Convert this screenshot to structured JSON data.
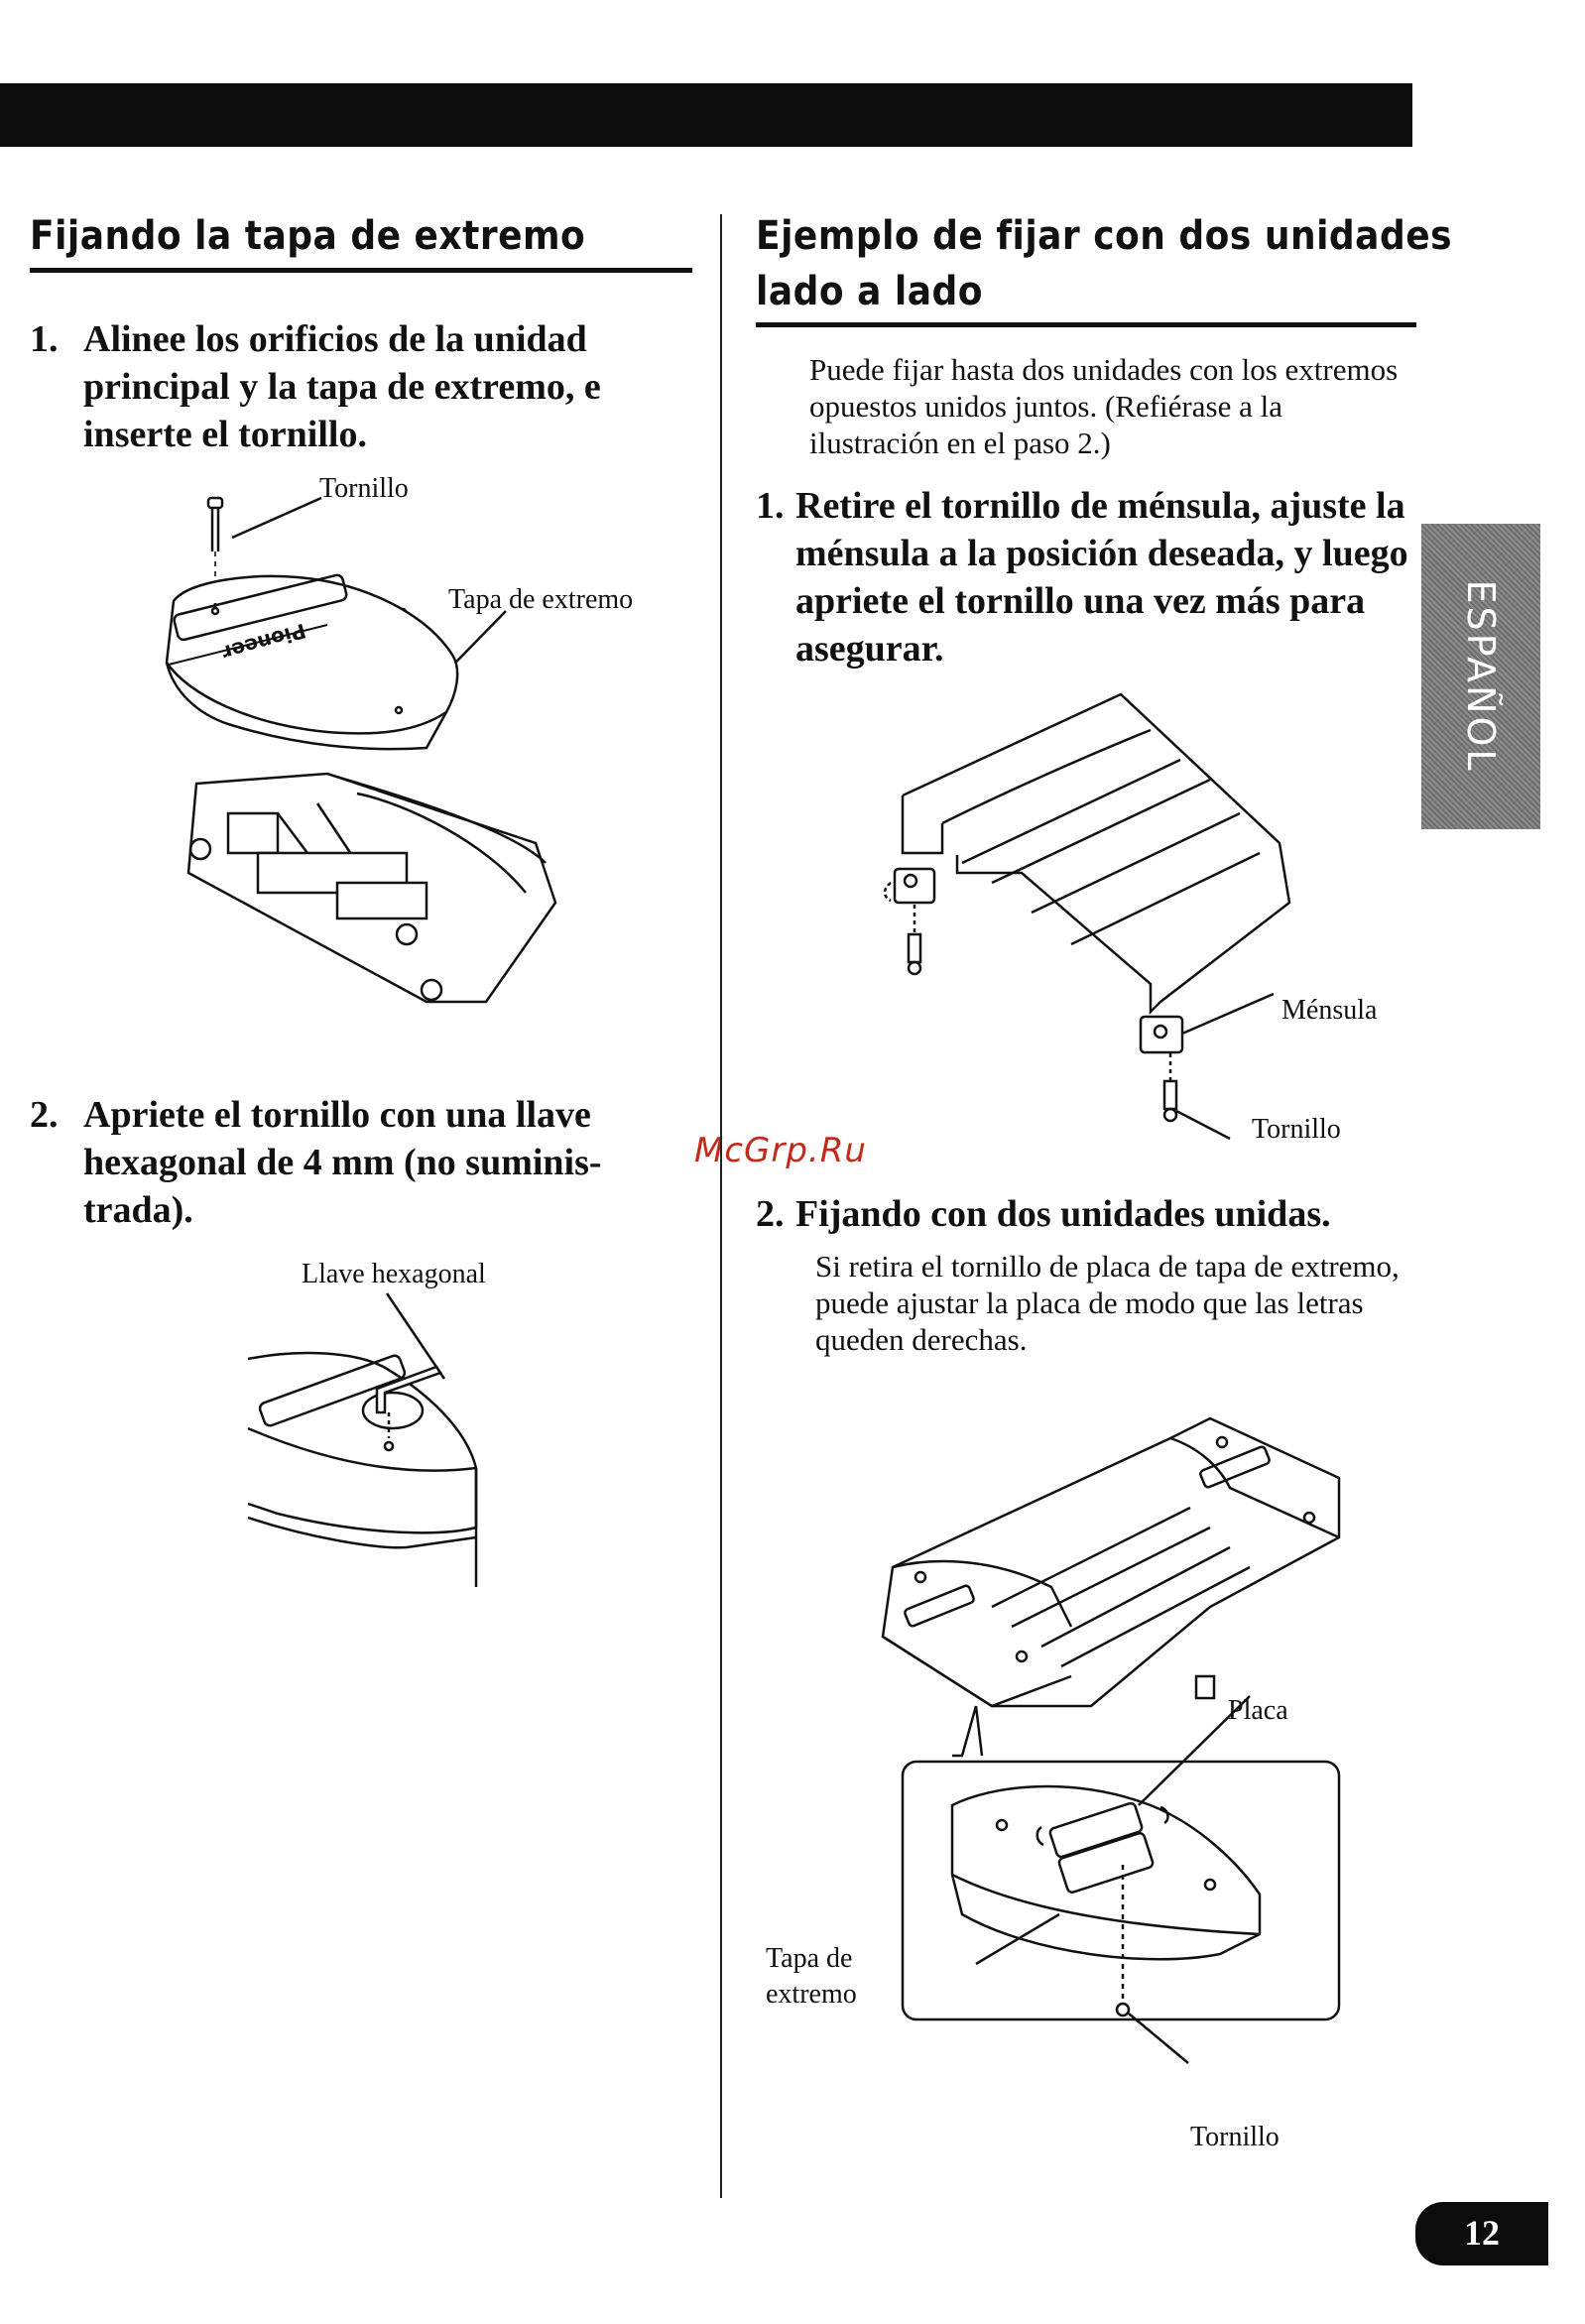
{
  "left": {
    "title": "Fijando la tapa de extremo",
    "step1": {
      "num": "1.",
      "text": "Alinee los orificios de la unidad principal y la tapa de extremo, e inserte el tornillo."
    },
    "fig1_labels": {
      "screw": "Tornillo",
      "cap": "Tapa de extremo"
    },
    "step2": {
      "num": "2.",
      "text": "Apriete el tornillo con una llave hexagonal de 4 mm (no suminis-trada)."
    },
    "fig2_labels": {
      "wrench": "Llave hexagonal"
    }
  },
  "right": {
    "title_line1": "Ejemplo de fijar con dos unidades",
    "title_line2": "lado a lado",
    "intro": "Puede fijar hasta dos unidades con los extremos opuestos unidos juntos. (Refiérase a la ilustración en el paso 2.)",
    "step1": {
      "num": "1.",
      "text": "Retire el tornillo de ménsula, ajuste la ménsula a la posición deseada, y luego apriete el tornillo una vez más para asegurar."
    },
    "fig3_labels": {
      "bracket": "Ménsula",
      "screw": "Tornillo"
    },
    "step2": {
      "num": "2.",
      "text": "Fijando con dos unidades unidas."
    },
    "step2_body": "Si retira el tornillo de placa de tapa de extremo, puede ajustar la placa de modo que las letras queden derechas.",
    "fig4_labels": {
      "plate": "Placa",
      "cap_line1": "Tapa de",
      "cap_line2": "extremo",
      "screw": "Tornillo"
    }
  },
  "side_tab": "ESPAÑOL",
  "page_number": "12",
  "watermark": "McGrp.Ru",
  "brand_logo": "Pioneer"
}
